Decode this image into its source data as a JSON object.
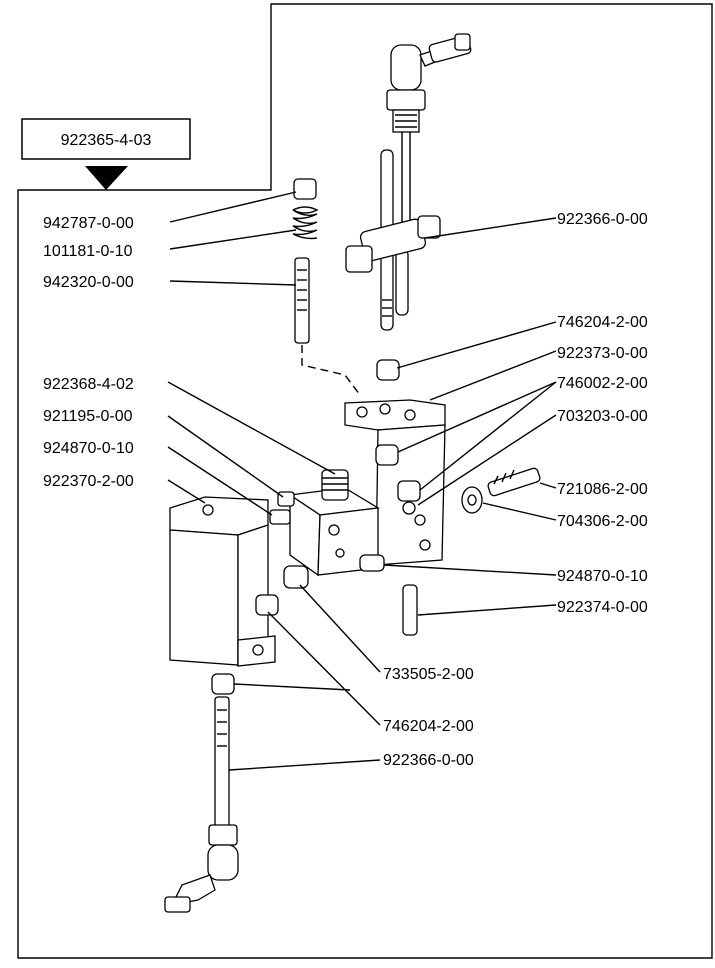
{
  "ref_box": {
    "label": "922365-4-03"
  },
  "callouts": {
    "c942787": "942787-0-00",
    "c101181": "101181-0-10",
    "c942320": "942320-0-00",
    "c922366_top": "922366-0-00",
    "c746204_top": "746204-2-00",
    "c922373": "922373-0-00",
    "c922368": "922368-4-02",
    "c746002": "746002-2-00",
    "c921195": "921195-0-00",
    "c703203": "703203-0-00",
    "c924870_left": "924870-0-10",
    "c922370": "922370-2-00",
    "c721086": "721086-2-00",
    "c704306": "704306-2-00",
    "c924870_right": "924870-0-10",
    "c922374": "922374-0-00",
    "c733505": "733505-2-00",
    "c746204_bottom": "746204-2-00",
    "c922366_bottom": "922366-0-00"
  }
}
